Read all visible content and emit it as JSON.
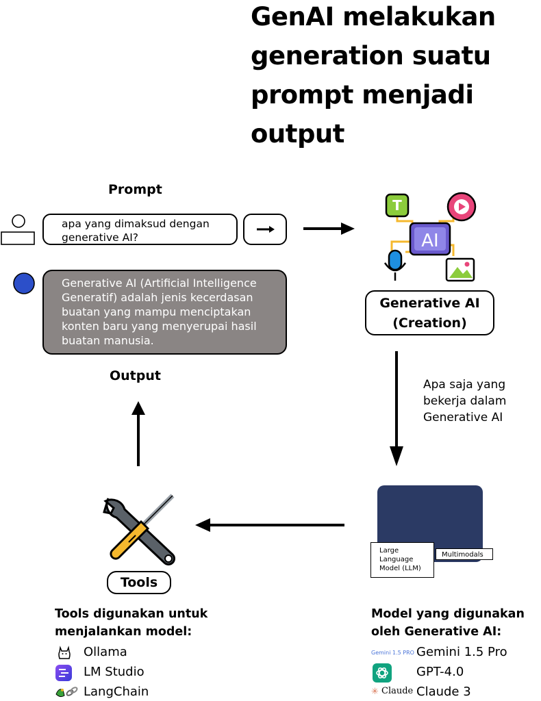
{
  "title": "GenAI melakukan generation suatu prompt menjadi output",
  "prompt": {
    "label": "Prompt",
    "text": "apa yang dimaksud dengan generative AI?"
  },
  "output": {
    "label": "Output",
    "text": "Generative AI (Artificial Intelligence Generatif) adalah jenis kecerdasan buatan yang mampu menciptakan konten baru yang menyerupai hasil buatan manusia."
  },
  "genai": {
    "label_line1": "Generative AI",
    "label_line2": "(Creation)",
    "icon_ai": "AI",
    "icon_t": "T"
  },
  "arrow_note": "Apa saja yang bekerja dalam Generative AI",
  "model_card": {
    "llm_label": "Large Language Model (LLM)",
    "multimodal_label": "Multimodals"
  },
  "tools": {
    "label": "Tools",
    "heading": "Tools digunakan untuk menjalankan model:",
    "items": [
      {
        "icon": "llama-icon",
        "name": "Ollama"
      },
      {
        "icon": "lm-studio-icon",
        "name": "LM Studio"
      },
      {
        "icon": "langchain-icon",
        "name": "LangChain"
      }
    ]
  },
  "models": {
    "heading": "Model yang digunakan oleh Generative AI:",
    "items": [
      {
        "logo_text": "Gemini 1.5 PRO",
        "name": "Gemini 1.5 Pro"
      },
      {
        "logo_text": "",
        "name": "GPT-4.0"
      },
      {
        "logo_text": "Claude",
        "name": "Claude 3"
      }
    ]
  },
  "colors": {
    "output_bg": "#8a8584",
    "user_avatar": "#2c4fc9",
    "model_card": "#2b3a64",
    "ai_purple": "#6a5acd",
    "icon_green": "#8ccc3c",
    "icon_pink": "#e8457a",
    "connector_yellow": "#f5b82e"
  }
}
